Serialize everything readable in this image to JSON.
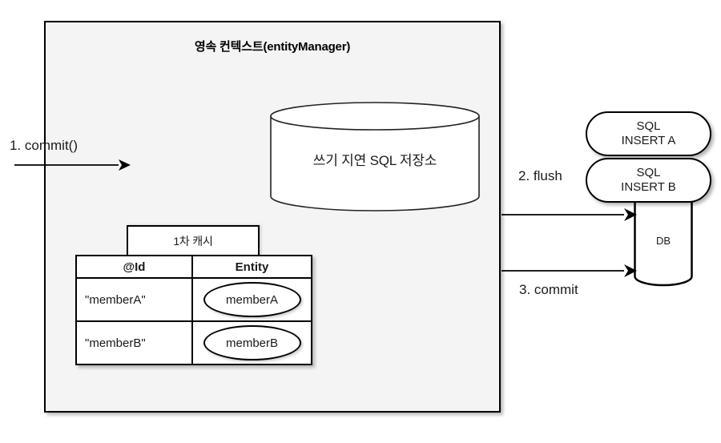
{
  "diagram": {
    "title": "영속 컨텍스트(entityManager)",
    "background_color": "#ffffff",
    "context_fill": "#f4f4f4",
    "stroke_color": "#000000"
  },
  "write_behind_store": {
    "label": "쓰기 지연 SQL 저장소",
    "shape": "cylinder"
  },
  "first_level_cache": {
    "tab_label": "1차 캐시",
    "columns": [
      "@Id",
      "Entity"
    ],
    "rows": [
      {
        "id": "\"memberA\"",
        "entity": "memberA"
      },
      {
        "id": "\"memberB\"",
        "entity": "memberB"
      }
    ]
  },
  "sql_statements": [
    {
      "line1": "SQL",
      "line2": "INSERT A"
    },
    {
      "line1": "SQL",
      "line2": "INSERT B"
    }
  ],
  "database": {
    "label": "DB",
    "shape": "cylinder"
  },
  "flow_labels": {
    "step1": "1. commit()",
    "step2": "2. flush",
    "step3": "3. commit"
  }
}
